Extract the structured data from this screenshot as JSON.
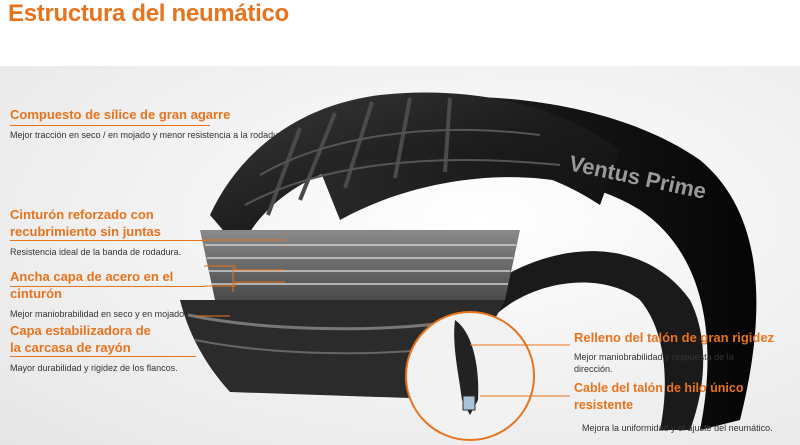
{
  "page": {
    "title": "Estructura del neumático",
    "accent_color": "#e8731d"
  },
  "tire": {
    "brand_mark": "Ventus Prime"
  },
  "features": [
    {
      "heading": "Compuesto de sílice de gran agarre",
      "desc": "Mejor tracción en seco / en mojado y menor resistencia a la rodadura."
    },
    {
      "heading_line1": "Cinturón reforzado con",
      "heading_line2": "recubrimiento sin juntas",
      "desc": "Resistencia ideal de la banda de rodadura."
    },
    {
      "heading": "Ancha capa de acero en el cinturón",
      "desc": "Mejor maniobrabilidad en seco y en mojado."
    },
    {
      "heading_line1": "Capa estabilizadora de",
      "heading_line2": "la carcasa de rayón",
      "desc": "Mayor durabilidad y rigidez de los flancos."
    },
    {
      "heading": "Relleno del talón de gran rigidez",
      "desc_line1": "Mejor maniobrabilidad y respuesta de la",
      "desc_line2": "dirección."
    },
    {
      "heading": "Cable del talón de hilo único resistente",
      "desc": "Mejora la uniformidad y el ajuste del neumático."
    }
  ]
}
